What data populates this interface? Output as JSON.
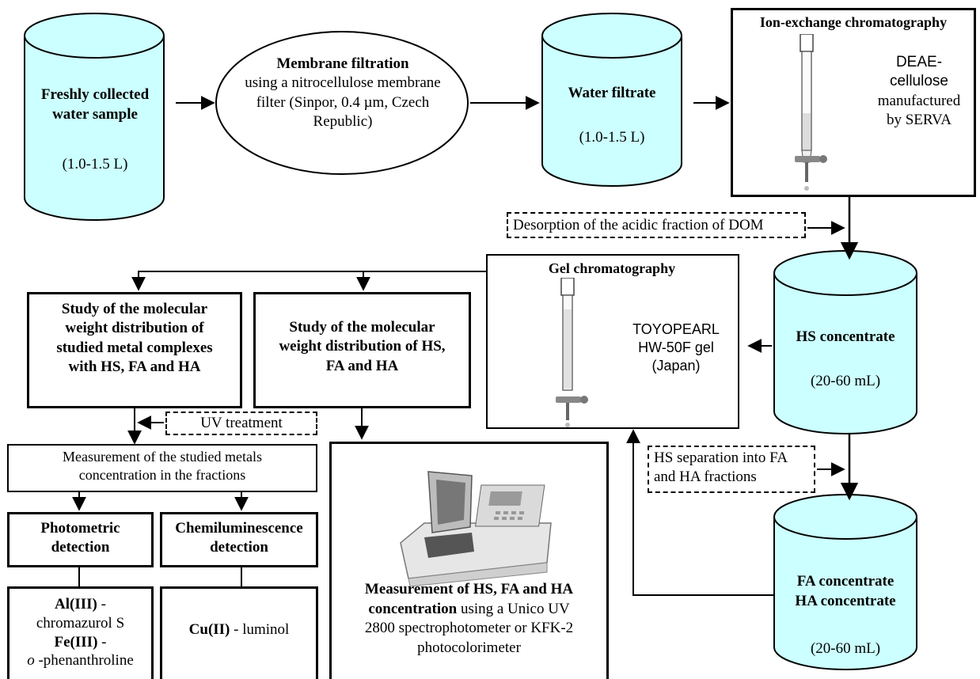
{
  "nodes": {
    "fresh_sample": {
      "title": "Freshly collected water sample",
      "volume": "(1.0-1.5 L)"
    },
    "membrane": {
      "title": "Membrane filtration",
      "desc": "using a nitrocellulose membrane filter (Sinpor, 0.4 µm, Czech Republic)"
    },
    "water_filtrate": {
      "title": "Water filtrate",
      "volume": "(1.0-1.5 L)"
    },
    "ion_exchange": {
      "title": "Ion-exchange chromatography",
      "desc_line1": "DEAE-cellulose",
      "desc_line2": "manufactured",
      "desc_line3": "by SERVA"
    },
    "desorption": {
      "label": "Desorption of the acidic fraction of DOM"
    },
    "hs_concentrate": {
      "title": "HS concentrate",
      "volume": "(20-60 mL)"
    },
    "gel": {
      "title": "Gel chromatography",
      "desc_line1": "TOYOPEARL",
      "desc_line2": "HW-50F gel",
      "desc_line3": "(Japan)"
    },
    "study_metal": {
      "line1": "Study of the molecular",
      "line2": "weight distribution of",
      "line3": "studied metal complexes",
      "line4": "with HS, FA and HA"
    },
    "study_hs": {
      "line1": "Study of the molecular",
      "line2": "weight distribution of HS,",
      "line3": "FA and HA"
    },
    "uv": {
      "label": "UV treatment"
    },
    "measure_metals": {
      "line1": "Measurement of the studied metals",
      "line2": "concentration in the fractions"
    },
    "photometric": {
      "line1": "Photometric",
      "line2": "detection"
    },
    "chemilum": {
      "line1": "Chemiluminescence",
      "line2": "detection"
    },
    "al": {
      "bold1": "Al(III)",
      "rest1": " -",
      "line2": "chromazurol S",
      "bold3": "Fe(III)",
      "rest3": " -",
      "ital4": "o",
      "rest4": " -phenanthroline"
    },
    "cu": {
      "bold": "Cu(II)",
      "rest": " - luminol"
    },
    "measure_hs": {
      "bold": "Measurement of  HS, FA and HA",
      "bold2": "concentration",
      "rest2": " using a Unico UV",
      "line3": "2800 spectrophotometer or KFK-2",
      "line4": "photocolorimeter"
    },
    "hs_separation": {
      "line1": "HS separation into FA",
      "line2": "and HA fractions"
    },
    "fa_ha": {
      "line1": "FA concentrate",
      "line2": "HA concentrate",
      "volume": "(20-60 mL)"
    }
  },
  "colors": {
    "cylinder_fill": "#ccffff",
    "stroke": "#000000",
    "background": "#ffffff"
  },
  "icons": [
    "chromatography-column-icon",
    "spectrophotometer-icon"
  ]
}
